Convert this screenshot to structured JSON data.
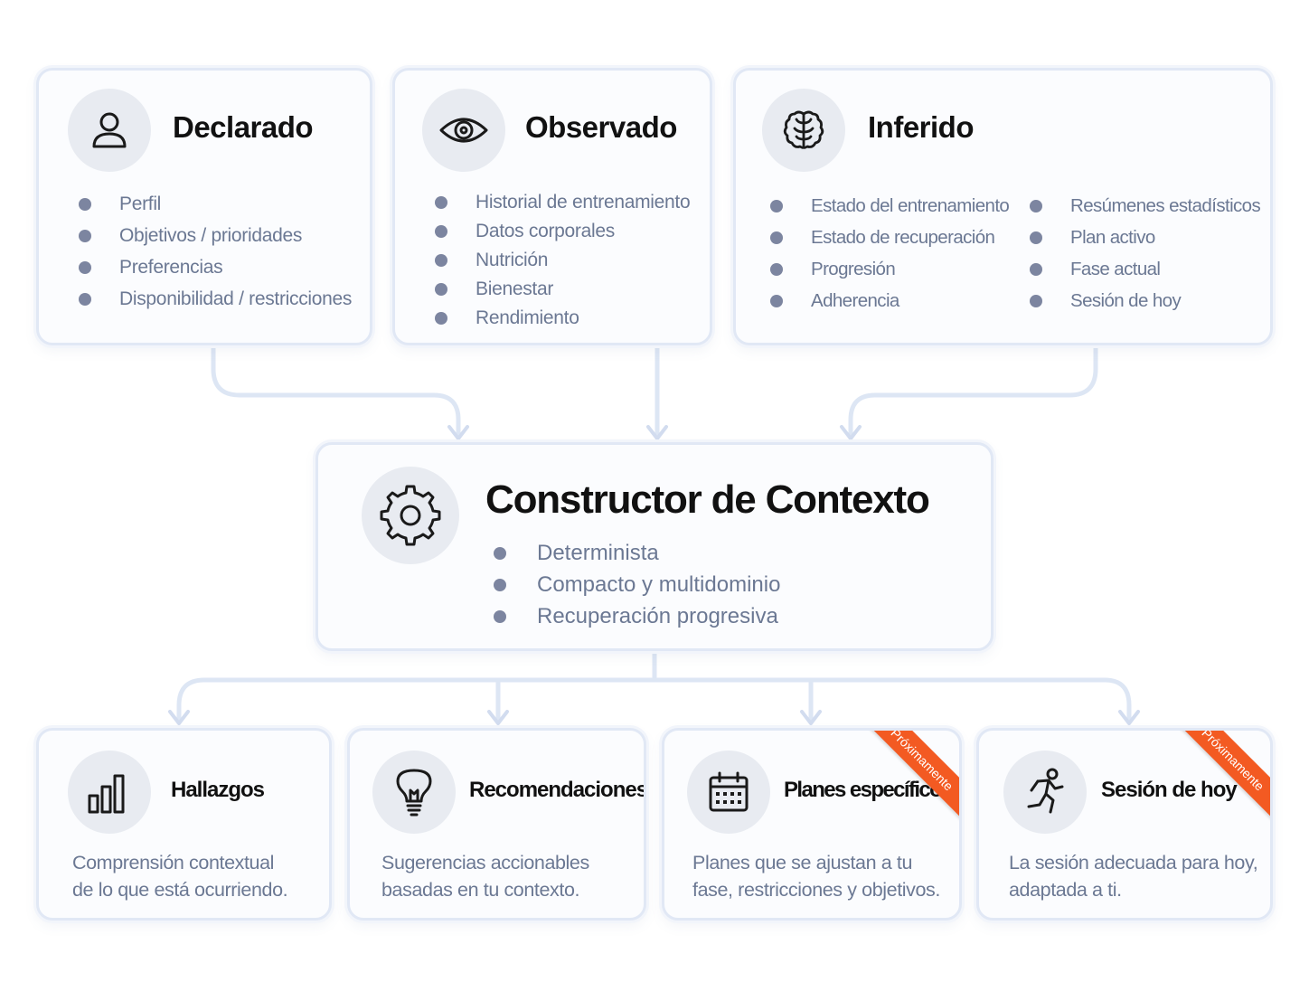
{
  "sources": {
    "declarado": {
      "icon": "person-icon",
      "title": "Declarado",
      "items": [
        "Perfil",
        "Objetivos / prioridades",
        "Preferencias",
        "Disponibilidad / restricciones"
      ]
    },
    "observado": {
      "icon": "eye-icon",
      "title": "Observado",
      "items": [
        "Historial de entrenamiento",
        "Datos corporales",
        "Nutrición",
        "Bienestar",
        "Rendimiento"
      ]
    },
    "inferido": {
      "icon": "brain-icon",
      "title": "Inferido",
      "items_left": [
        "Estado del entrenamiento",
        "Estado de recuperación",
        "Progresión",
        "Adherencia"
      ],
      "items_right": [
        "Resúmenes estadísticos",
        "Plan activo",
        "Fase actual",
        "Sesión de hoy"
      ]
    }
  },
  "builder": {
    "icon": "gear-icon",
    "title": "Constructor de Contexto",
    "items": [
      "Determinista",
      "Compacto y multidominio",
      "Recuperación progresiva"
    ]
  },
  "outputs": [
    {
      "icon": "bar-chart-icon",
      "title": "Hallazgos",
      "desc_lines": [
        "Comprensión contextual",
        "de lo que está ocurriendo."
      ],
      "badge": ""
    },
    {
      "icon": "lightbulb-icon",
      "title": "Recomendaciones",
      "desc_lines": [
        "Sugerencias accionables",
        "basadas en tu contexto."
      ],
      "badge": ""
    },
    {
      "icon": "calendar-icon",
      "title": "Planes específicos",
      "desc_lines": [
        "Planes que se ajustan a tu",
        "fase, restricciones y objetivos."
      ],
      "badge": "Próximamente"
    },
    {
      "icon": "running-person-icon",
      "title": "Sesión de hoy",
      "desc_lines": [
        "La sesión adecuada para hoy,",
        "adaptada a ti."
      ],
      "badge": "Próximamente"
    }
  ],
  "colors": {
    "card_border": "#e1e8f5",
    "connector": "#dde6f4",
    "bullet": "#7c85a0",
    "text_muted": "#6b7893",
    "badge": "#f35a22"
  }
}
